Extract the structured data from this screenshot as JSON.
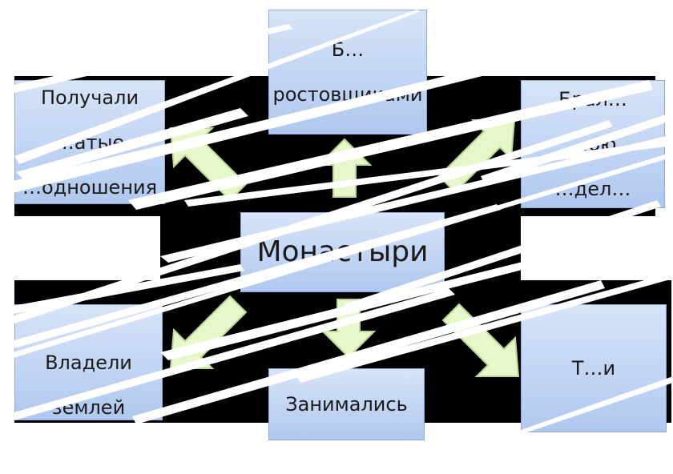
{
  "center": {
    "label": "Монастыри"
  },
  "boxes": {
    "top_left": {
      "lines": [
        "Получали",
        "…атые",
        "…одношения"
      ]
    },
    "top_center": {
      "lines": [
        "Б…",
        "ростовщиками"
      ]
    },
    "top_right": {
      "lines": [
        "Брал…",
        "…ою",
        "…дел…"
      ]
    },
    "bottom_left": {
      "lines": [
        "…",
        "Владели",
        "землей"
      ]
    },
    "bottom_center": {
      "lines": [
        "Занимались"
      ]
    },
    "bottom_right": {
      "lines": [
        "Т…и"
      ]
    }
  },
  "colors": {
    "box_fill_top": "#d7e4f8",
    "box_fill_bottom": "#b0c8ef",
    "arrow_fill": "#e6f7c9",
    "background": "#000000"
  },
  "icons": [
    "arrow-up",
    "arrow-down",
    "arrow-diagonal"
  ]
}
